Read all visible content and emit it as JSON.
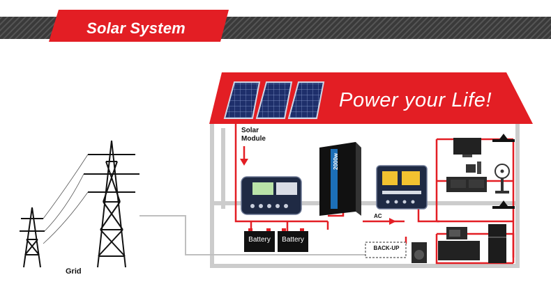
{
  "banner": {
    "title": "Solar System",
    "accent_color": "#e31e24",
    "stripe_color": "#3a3a3a"
  },
  "house": {
    "slogan": "Power your Life!",
    "roof_color": "#e31e24",
    "wire_gray": "#cccccc",
    "wire_red": "#e31e24"
  },
  "labels": {
    "solar_module": "Solar Module",
    "battery_1": "Battery",
    "battery_2": "Battery",
    "ac": "AC",
    "backup": "BACK-UP",
    "grid": "Grid"
  },
  "inverter": {
    "rating": "2000w"
  },
  "icons": [
    "solar-panel-icon",
    "charge-controller-icon",
    "inverter-icon",
    "battery-icon",
    "transfer-switch-icon",
    "tv-icon",
    "computer-icon",
    "fan-icon",
    "lamp-icon",
    "microwave-icon",
    "refrigerator-icon",
    "washing-machine-icon",
    "transmission-tower-icon"
  ]
}
